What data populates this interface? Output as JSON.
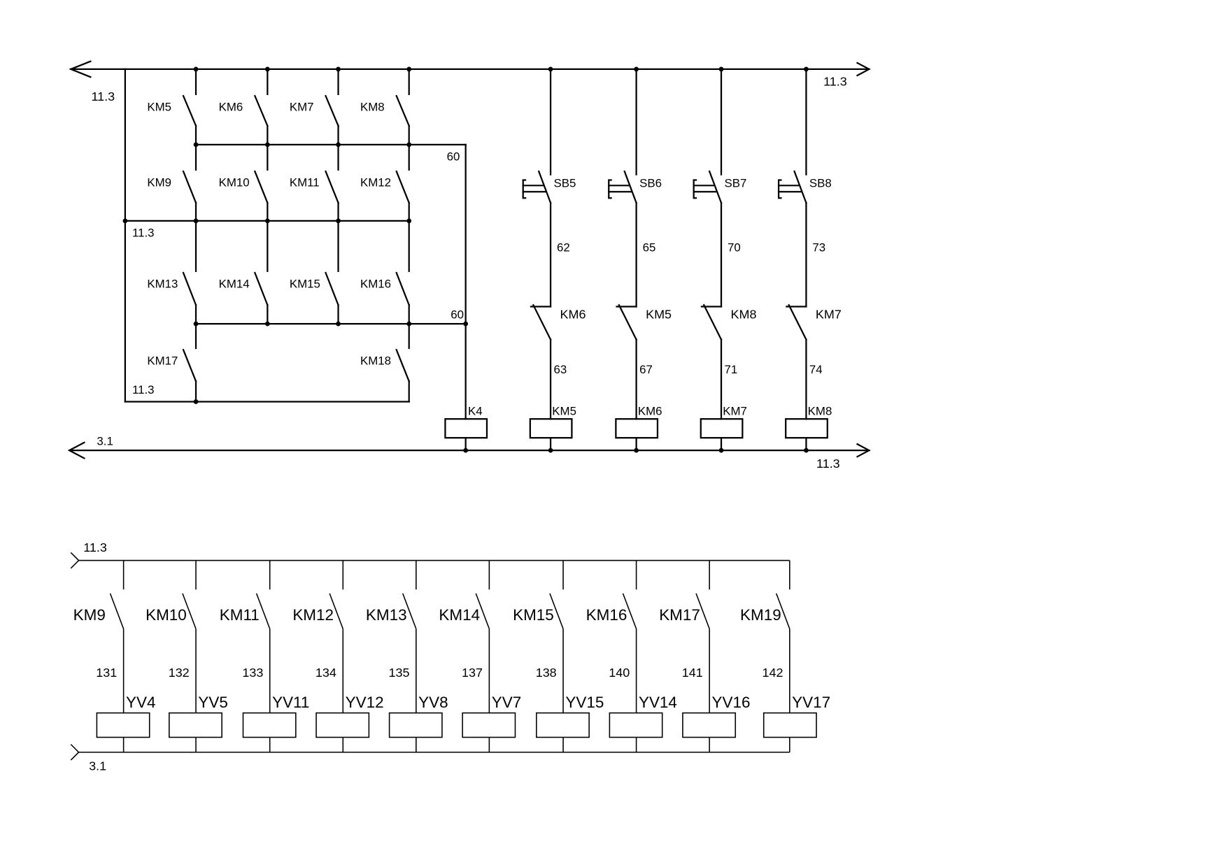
{
  "top": {
    "bus_top_left_label": "11.3",
    "bus_top_right_label": "11.3",
    "bus_bottom_left_label": "3.1",
    "bus_bottom_right_label": "11.3",
    "contact_grid": [
      [
        "KM5",
        "KM6",
        "KM7",
        "KM8"
      ],
      [
        "KM9",
        "KM10",
        "KM11",
        "KM12"
      ],
      [
        "KM13",
        "KM14",
        "KM15",
        "KM16"
      ],
      [
        "KM17",
        null,
        null,
        "KM18"
      ]
    ],
    "row_wire_labels": [
      "60",
      "11.3",
      "60",
      "11.3"
    ],
    "k4_coil": "K4",
    "branches": [
      {
        "button": "SB5",
        "wire1": "62",
        "interlock": "KM6",
        "wire2": "63",
        "coil": "KM5"
      },
      {
        "button": "SB6",
        "wire1": "65",
        "interlock": "KM5",
        "wire2": "67",
        "coil": "KM6"
      },
      {
        "button": "SB7",
        "wire1": "70",
        "interlock": "KM8",
        "wire2": "71",
        "coil": "KM7"
      },
      {
        "button": "SB8",
        "wire1": "73",
        "interlock": "KM7",
        "wire2": "74",
        "coil": "KM8"
      }
    ]
  },
  "bottom": {
    "bus_top_label": "11.3",
    "bus_bottom_label": "3.1",
    "branches": [
      {
        "contact": "KM9",
        "wire": "131",
        "coil": "YV4"
      },
      {
        "contact": "KM10",
        "wire": "132",
        "coil": "YV5"
      },
      {
        "contact": "KM11",
        "wire": "133",
        "coil": "YV11"
      },
      {
        "contact": "KM12",
        "wire": "134",
        "coil": "YV12"
      },
      {
        "contact": "KM13",
        "wire": "135",
        "coil": "YV8"
      },
      {
        "contact": "KM14",
        "wire": "137",
        "coil": "YV7"
      },
      {
        "contact": "KM15",
        "wire": "138",
        "coil": "YV15"
      },
      {
        "contact": "KM16",
        "wire": "140",
        "coil": "YV14"
      },
      {
        "contact": "KM17",
        "wire": "141",
        "coil": "YV16"
      },
      {
        "contact": "KM19",
        "wire": "142",
        "coil": "YV17"
      }
    ]
  }
}
